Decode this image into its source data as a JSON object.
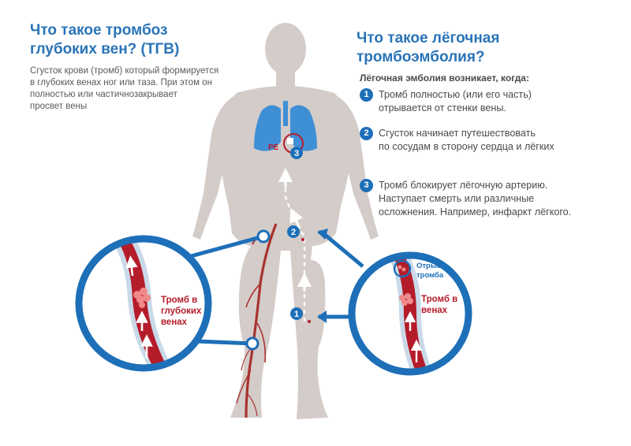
{
  "dvt": {
    "title_lines": [
      "Что такое тромбоз",
      "глубоких вен? (ТГВ)"
    ],
    "description_lines": [
      "Сгусток крови (тромб) который формируется",
      "в глубоких венах ног или таза. При этом он",
      "полностью или частичнозакрывает",
      "просвет вены"
    ]
  },
  "pe": {
    "title_lines": [
      "Что такое лёгочная",
      "тромбоэмболия?"
    ],
    "intro": "Лёгочная эмболия возникает, когда:",
    "steps": [
      {
        "num": "1",
        "lines": [
          "Тромб полностью (или его часть)",
          "отрывается от стенки вены."
        ]
      },
      {
        "num": "2",
        "lines": [
          "Сгусток начинает путешествовать",
          "по сосудам в сторону сердца и лёгких"
        ]
      },
      {
        "num": "3",
        "lines": [
          "Тромб блокирует лёгочную артерию.",
          "Наступает смерть или различные",
          "осложнения. Например, инфаркт лёгкого."
        ]
      }
    ]
  },
  "figure": {
    "pe_label": "PE",
    "markers": [
      "1",
      "2",
      "3"
    ],
    "left_inset_label_lines": [
      "Тромб в",
      "глубоких",
      "венах"
    ],
    "right_inset_detach_lines": [
      "Отрыв",
      "тромба"
    ],
    "right_inset_label_lines": [
      "Тромб в",
      "венах"
    ]
  },
  "colors": {
    "accent_blue": "#1d6fb8",
    "title_blue": "#2a74b8",
    "vein_red": "#b51c2a",
    "body_gray": "#d4ccc9",
    "lung_blue": "#3f8fd6"
  }
}
